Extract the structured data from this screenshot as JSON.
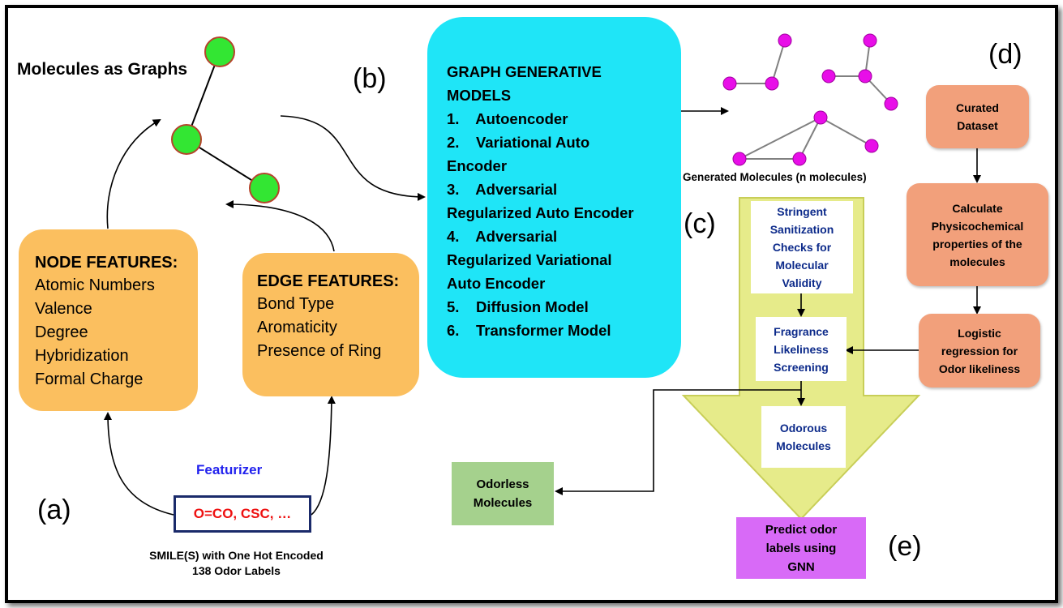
{
  "panel_labels": {
    "a": "(a)",
    "b": "(b)",
    "c": "(c)",
    "d": "(d)",
    "e": "(e)"
  },
  "molecules_title": "Molecules as Graphs",
  "node_features": {
    "title": "NODE FEATURES:",
    "items": [
      "Atomic Numbers",
      "Valence",
      "Degree",
      "Hybridization",
      "Formal Charge"
    ]
  },
  "edge_features": {
    "title": "EDGE FEATURES:",
    "items": [
      "Bond Type",
      "Aromaticity",
      "Presence of Ring"
    ]
  },
  "featurizer": {
    "label": "Featurizer",
    "smiles": "O=CO, CSC, …",
    "caption_line1": "SMILE(S) with One Hot Encoded",
    "caption_line2": "138 Odor Labels"
  },
  "generative_models": {
    "title_line1": "GRAPH GENERATIVE",
    "title_line2": "MODELS",
    "lines": [
      "1.    Autoencoder",
      "2.    Variational Auto",
      "Encoder",
      "3.    Adversarial",
      "Regularized Auto Encoder",
      "4.    Adversarial",
      "Regularized Variational",
      "Auto Encoder",
      "5.    Diffusion Model",
      "6.    Transformer Model"
    ]
  },
  "generated_caption": "Generated Molecules (n molecules)",
  "screening": {
    "sanitization": [
      "Stringent",
      "Sanitization",
      "Checks for",
      "Molecular",
      "Validity"
    ],
    "fragrance": [
      "Fragrance",
      "Likeliness",
      "Screening"
    ],
    "odorous": [
      "Odorous",
      "Molecules"
    ]
  },
  "odorless": [
    "Odorless",
    "Molecules"
  ],
  "predict": [
    "Predict odor",
    "labels using",
    "GNN"
  ],
  "pipeline_d": {
    "curated": [
      "Curated",
      "Dataset"
    ],
    "calculate": [
      "Calculate",
      "Physicochemical",
      "properties of the",
      "molecules"
    ],
    "logistic": [
      "Logistic",
      "regression for",
      "Odor likeliness"
    ]
  },
  "colors": {
    "node_fill": "#33e633",
    "node_stroke": "#b5442c",
    "magenta_node": "#e80ee8",
    "cyan_box": "#1fe5f7",
    "orange_box": "#fbbf5f",
    "salmon_box": "#f2a07b",
    "yellow_arrow": "#e6eb8a",
    "green_box": "#a5d18d",
    "violet_box": "#d86af7",
    "navy_text": "#0c2a8a",
    "featurizer_blue": "#2222ee",
    "smiles_red": "#ee1111"
  }
}
